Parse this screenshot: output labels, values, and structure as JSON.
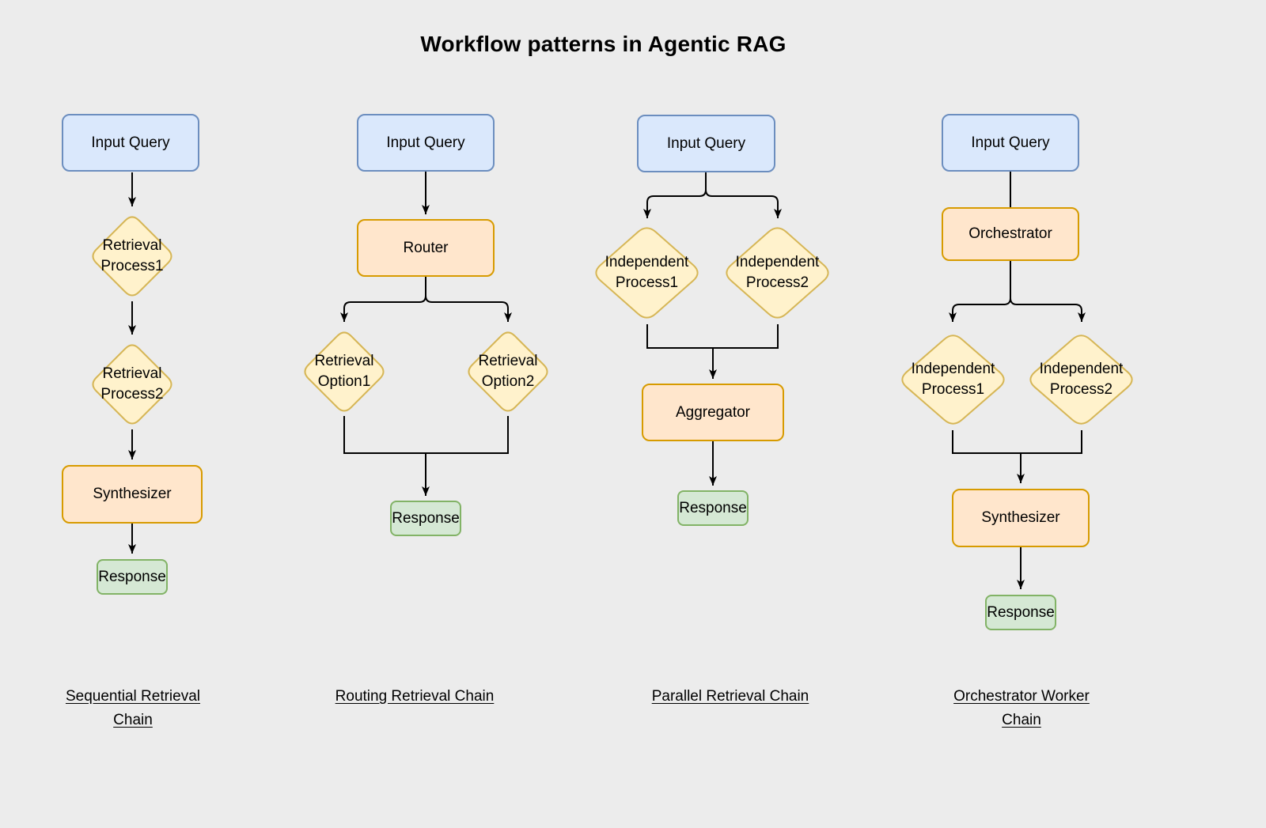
{
  "title": "Workflow patterns in Agentic RAG",
  "colors": {
    "bg": "#ececec",
    "line": "#000000",
    "text": "#000000",
    "blue_fill": "#dae8fc",
    "blue_stroke": "#6c8ebf",
    "orange_fill": "#ffe6cc",
    "orange_stroke": "#d79b00",
    "yellow_fill": "#fff2cc",
    "yellow_stroke": "#d6b656",
    "green_fill": "#d5e8d4",
    "green_stroke": "#82b366"
  },
  "sequential": {
    "input_query": "Input Query",
    "process1": "Retrieval Process1",
    "process2": "Retrieval Process2",
    "synthesizer": "Synthesizer",
    "response": "Response",
    "caption": "Sequential Retrieval Chain"
  },
  "routing": {
    "input_query": "Input Query",
    "router": "Router",
    "option1": "Retrieval Option1",
    "option2": "Retrieval Option2",
    "response": "Response",
    "caption": "Routing Retrieval Chain"
  },
  "parallel": {
    "input_query": "Input Query",
    "process1": "Independent Process1",
    "process2": "Independent Process2",
    "aggregator": "Aggregator",
    "response": "Response",
    "caption": "Parallel Retrieval Chain"
  },
  "orchestrator_worker": {
    "input_query": "Input Query",
    "orchestrator": "Orchestrator",
    "process1": "Independent Process1",
    "process2": "Independent Process2",
    "synthesizer": "Synthesizer",
    "response": "Response",
    "caption": "Orchestrator Worker Chain"
  }
}
